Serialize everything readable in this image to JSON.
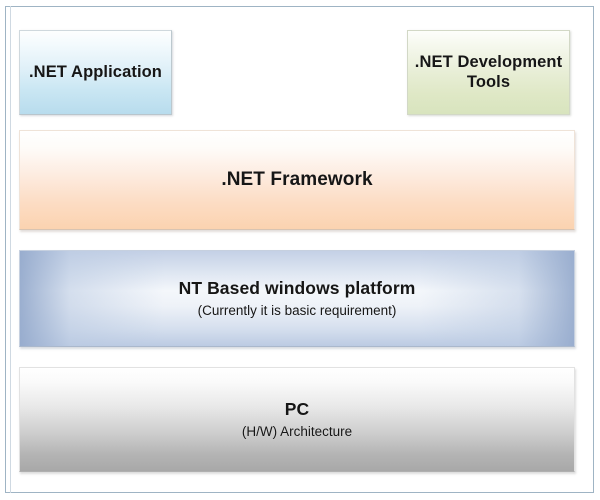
{
  "diagram": {
    "type": "layered-stack-diagram",
    "subject": ".NET platform architecture layers",
    "background_color": "#ffffff",
    "border_color": "#9fb4c4"
  },
  "layers": [
    {
      "id": "app",
      "title": ".NET Application",
      "subtitle": "",
      "accent_color": "#b8dced",
      "role": "top-left application box"
    },
    {
      "id": "tools",
      "title": ".NET Development Tools",
      "subtitle": "",
      "accent_color": "#d8e4be",
      "role": "top-right tools box"
    },
    {
      "id": "framework",
      "title": ".NET Framework",
      "subtitle": "",
      "accent_color": "#fbd3b0",
      "role": "framework band"
    },
    {
      "id": "platform",
      "title": "NT Based windows platform",
      "subtitle": "(Currently it is basic requirement)",
      "accent_color": "#bccbe3",
      "role": "operating system band"
    },
    {
      "id": "pc",
      "title": "PC",
      "subtitle": "(H/W) Architecture",
      "accent_color": "#a8a8a8",
      "role": "hardware band"
    }
  ]
}
